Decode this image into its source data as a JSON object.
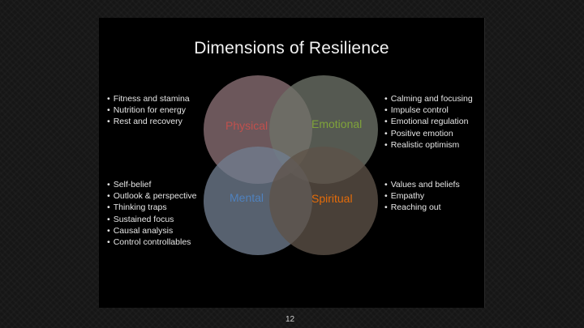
{
  "slide": {
    "title": "Dimensions of Resilience",
    "quadrants": [
      {
        "key": "physical",
        "label": "Physical",
        "label_color": "#c0504d",
        "circle_color": "#8a6f74",
        "bullets": [
          "Fitness and stamina",
          "Nutrition for energy",
          "Rest and recovery"
        ]
      },
      {
        "key": "emotional",
        "label": "Emotional",
        "label_color": "#7fa33a",
        "circle_color": "#6d7268",
        "bullets": [
          "Calming and focusing",
          "Impulse control",
          "Emotional regulation",
          "Positive emotion",
          "Realistic optimism"
        ]
      },
      {
        "key": "mental",
        "label": "Mental",
        "label_color": "#4f81bd",
        "circle_color": "#6f7c8e",
        "bullets": [
          "Self-belief",
          "Outlook & perspective",
          "Thinking traps",
          "Sustained focus",
          "Causal analysis",
          "Control controllables"
        ]
      },
      {
        "key": "spiritual",
        "label": "Spiritual",
        "label_color": "#e46c0a",
        "circle_color": "#5e5248",
        "bullets": [
          "Values and  beliefs",
          "Empathy",
          "Reaching out"
        ]
      }
    ]
  },
  "footer": {
    "page_number": "12"
  }
}
